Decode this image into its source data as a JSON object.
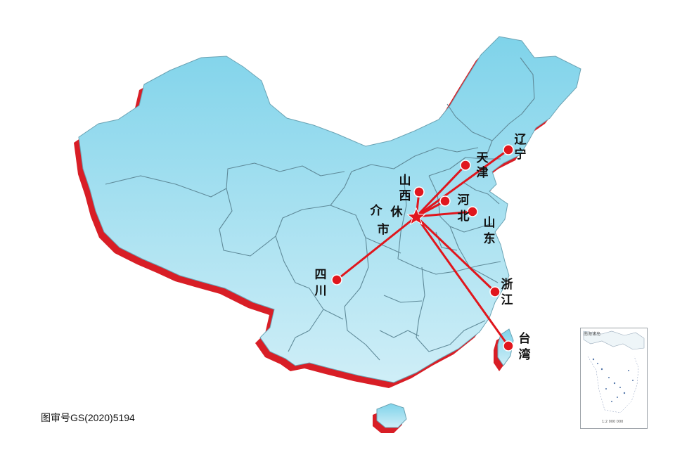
{
  "approval_number": "图审号GS(2020)5194",
  "colors": {
    "land_top": "#8fd8ec",
    "land_bottom": "#c8ecf6",
    "extrusion": "#d81e26",
    "border_line": "#5f8a99",
    "route": "#e0161d",
    "marker": "#e0161d"
  },
  "origin": {
    "label": "介休市",
    "icon": "star-icon"
  },
  "destinations": [
    {
      "id": "shanxi",
      "label": "山西"
    },
    {
      "id": "tianjin",
      "label": "天津"
    },
    {
      "id": "liaoning",
      "label": "辽宁"
    },
    {
      "id": "hebei",
      "label": "河北"
    },
    {
      "id": "shandong",
      "label": "山东"
    },
    {
      "id": "sichuan",
      "label": "四川"
    },
    {
      "id": "zhejiang",
      "label": "浙江"
    },
    {
      "id": "taiwan",
      "label": "台湾"
    }
  ],
  "inset": {
    "title": "南海诸岛",
    "caption": "1:2 000 000"
  }
}
